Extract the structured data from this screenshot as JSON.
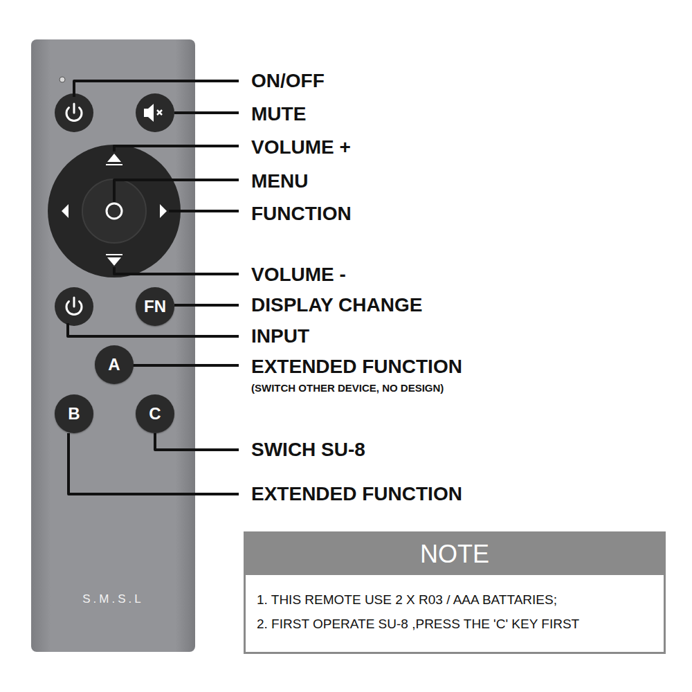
{
  "diagram": {
    "nodes": [
      {
        "text": [
          "S.M.S.L"
        ]
      },
      {
        "text": [
          "FN"
        ],
        "in": 0
      },
      {
        "text": [
          "A"
        ],
        "in": 0
      },
      {
        "text": [
          "B"
        ],
        "in": 0
      },
      {
        "text": [
          "C"
        ],
        "in": 0
      },
      {
        "text": [
          "NOTE",
          "1. THIS REMOTE USE 2 X R03 / AAA BATTARIES;",
          "2. FIRST OPERATE SU-8 ,PRESS THE 'C' KEY FIRST"
        ]
      }
    ],
    "labels": [
      "ON/OFF",
      "MUTE",
      "VOLUME +",
      "MENU",
      "FUNCTION",
      "VOLUME -",
      "DISPLAY CHANGE",
      "INPUT",
      "EXTENDED FUNCTION",
      "(SWITCH OTHER DEVICE, NO DESIGN)",
      "SWICH SU-8",
      "EXTENDED FUNCTION"
    ]
  }
}
